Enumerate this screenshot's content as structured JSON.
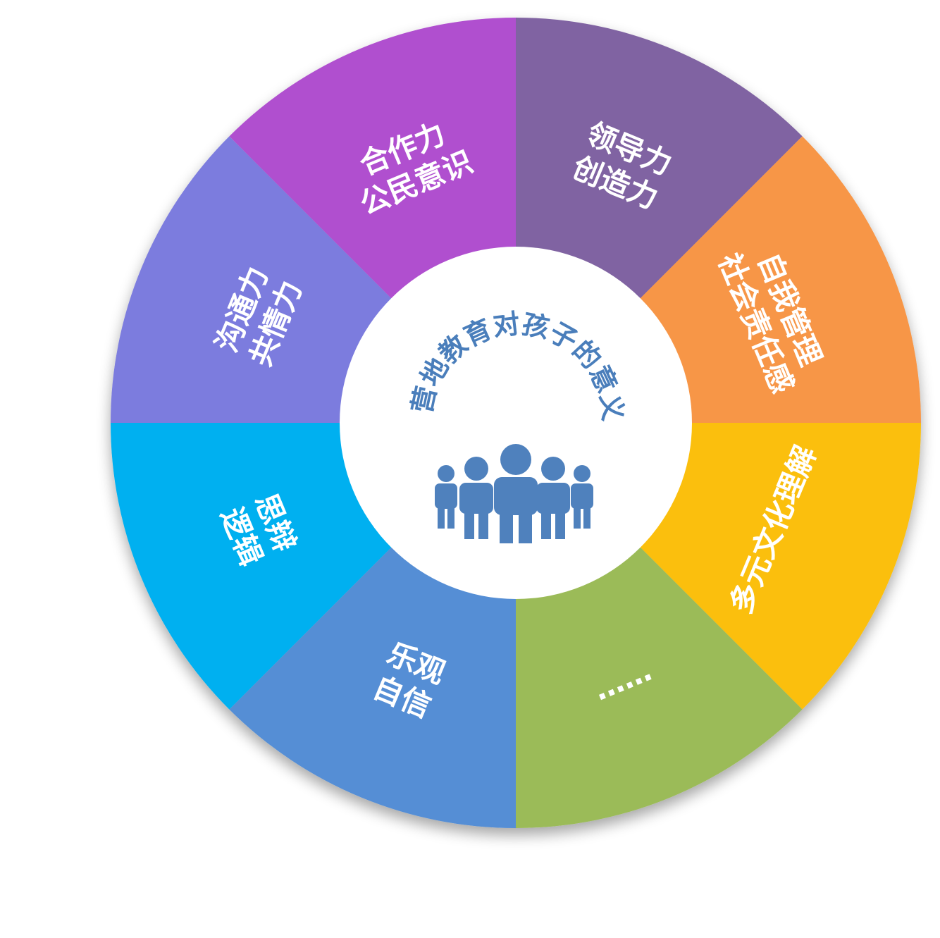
{
  "center": {
    "title": "营地教育对孩子的意义",
    "icon": "people-group-icon",
    "color": "#4f81bd"
  },
  "segments": [
    {
      "id": "leadership",
      "lines": [
        "领导力",
        "创造力"
      ],
      "color": "#8064a2"
    },
    {
      "id": "self-management",
      "lines": [
        "自我管理",
        "社会责任感"
      ],
      "color": "#f79646"
    },
    {
      "id": "multicultural",
      "lines": [
        "多元文化理解"
      ],
      "color": "#fbbf0f"
    },
    {
      "id": "more",
      "lines": [
        "……"
      ],
      "color": "#9bbb59"
    },
    {
      "id": "optimism",
      "lines": [
        "乐观",
        "自信"
      ],
      "color": "#558ed5"
    },
    {
      "id": "critical-thinking",
      "lines": [
        "思辩",
        "逻辑"
      ],
      "color": "#00b0f0"
    },
    {
      "id": "communication",
      "lines": [
        "沟通力",
        "共情力"
      ],
      "color": "#7b7bde"
    },
    {
      "id": "cooperation",
      "lines": [
        "合作力",
        "公民意识"
      ],
      "color": "#b04fcf"
    }
  ]
}
